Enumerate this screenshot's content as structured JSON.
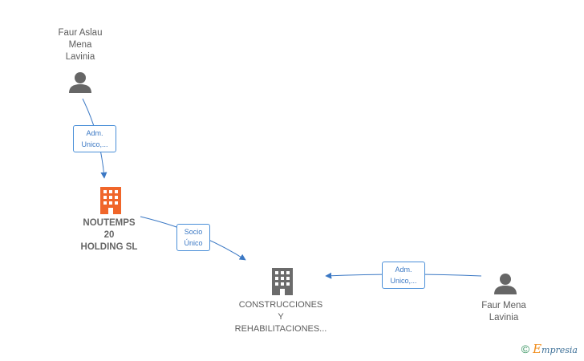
{
  "nodes": {
    "person_top": {
      "lines": [
        "Faur Aslau",
        "Mena",
        "Lavinia"
      ]
    },
    "company_holding": {
      "lines": [
        "NOUTEMPS",
        "20",
        "HOLDING  SL"
      ]
    },
    "company_main": {
      "lines": [
        "CONSTRUCCIONES",
        "Y",
        "REHABILITACIONES..."
      ]
    },
    "person_right": {
      "lines": [
        "Faur Mena",
        "Lavinia"
      ]
    }
  },
  "edges": {
    "top_to_holding": {
      "lines": [
        "Adm.",
        "Unico,..."
      ]
    },
    "holding_to_main": {
      "lines": [
        "Socio",
        "Único"
      ]
    },
    "right_to_main": {
      "lines": [
        "Adm.",
        "Unico,..."
      ]
    }
  },
  "colors": {
    "arrow": "#3b78c4",
    "person_icon": "#666666",
    "company_main_icon": "#6b6b6b",
    "company_holding_icon": "#f0662a"
  },
  "brand": {
    "symbol": "©",
    "initial": "E",
    "rest": "mpresia"
  }
}
